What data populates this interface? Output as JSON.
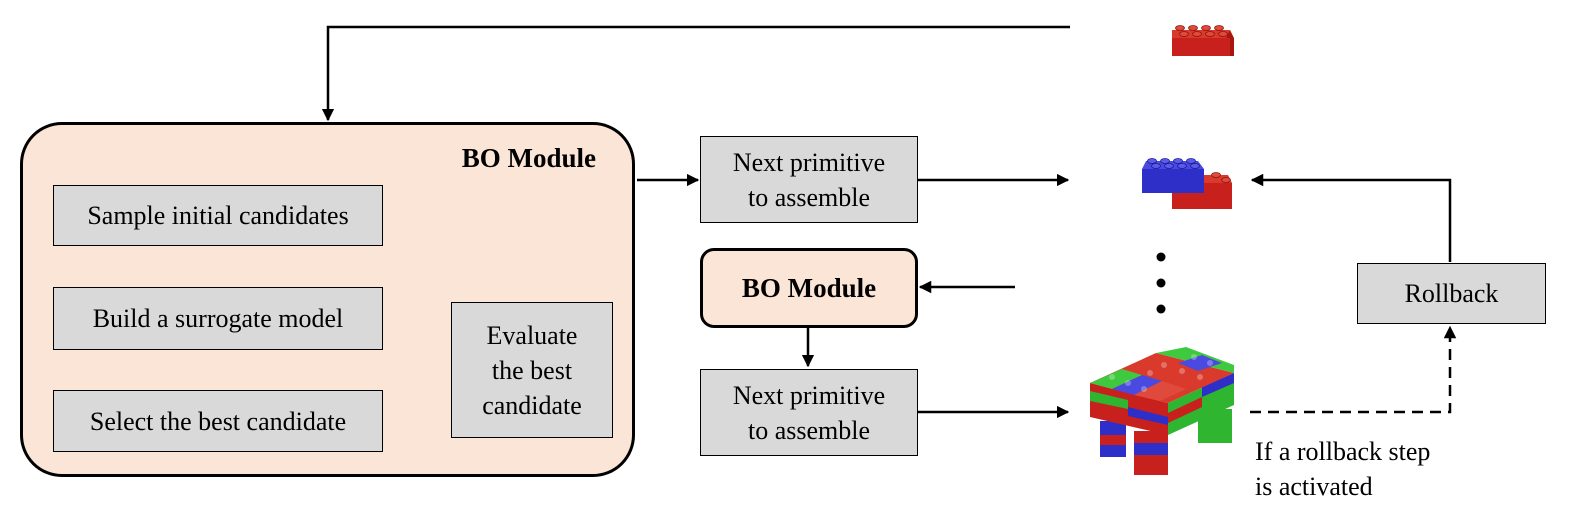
{
  "bo_module": {
    "title": "BO Module",
    "steps": {
      "sample": "Sample initial candidates",
      "build": "Build a surrogate model",
      "select": "Select the best candidate",
      "evaluate_lines": [
        "Evaluate",
        "the best",
        "candidate"
      ]
    }
  },
  "next_primitive_lines": [
    "Next primitive",
    "to assemble"
  ],
  "bo_module_small": "BO Module",
  "rollback": "Rollback",
  "rollback_caption_lines": [
    "If a rollback step",
    "is activated"
  ],
  "brick_colors": {
    "red": "#c8201c",
    "blue": "#2e2ec8",
    "green": "#2fb52f"
  },
  "module_fill": "#fbe5d6",
  "box_fill": "#d9d9d9"
}
